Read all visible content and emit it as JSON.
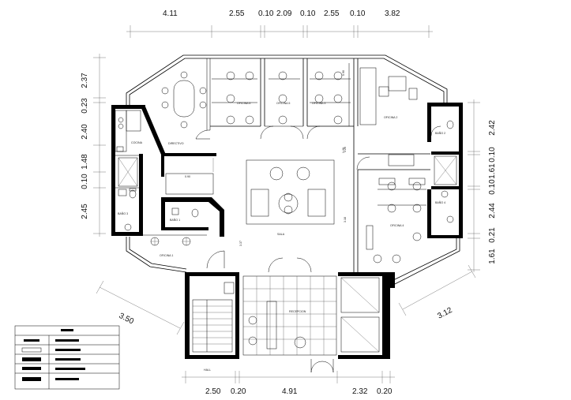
{
  "dimensions": {
    "top": [
      "4.11",
      "2.55",
      "0.10",
      "2.09",
      "0.10",
      "2.55",
      "0.10",
      "3.82"
    ],
    "bottom": [
      "2.50",
      "0.20",
      "4.91",
      "2.32",
      "0.20"
    ],
    "left": [
      "2.37",
      "0.23",
      "2.40",
      "1.48",
      "0.10",
      "2.45"
    ],
    "right": [
      "2.42",
      "0.10",
      "1.61",
      "0.10",
      "2.44",
      "0.21",
      "1.61"
    ],
    "diagonal_left": "3.50",
    "diagonal_right": "3.12"
  },
  "rooms": {
    "oficina_1": "OFICINA 1",
    "oficina_2": "OFICINA 2",
    "oficina_3": "OFICINA 3",
    "oficina_4": "OFICINA 4",
    "oficina_5": "OFICINA 5",
    "oficina_6": "OFICINA 6",
    "directivo": "DIRECTIVO",
    "cocina": "COCINA",
    "sala": "SALA",
    "bano_1": "BAÑO 1",
    "bano_2": "BAÑO 2",
    "bano_3": "BAÑO 3",
    "bano_4": "BAÑO 4",
    "recepcion": "RECEPCION",
    "hall": "HALL",
    "door_1": "1.26",
    "door_2": "0.90",
    "door_3": "1.20",
    "door_4": "3.18",
    "door_5": "3.37",
    "door_6": "0.90"
  },
  "legend": {
    "title": "",
    "rows": 5
  }
}
